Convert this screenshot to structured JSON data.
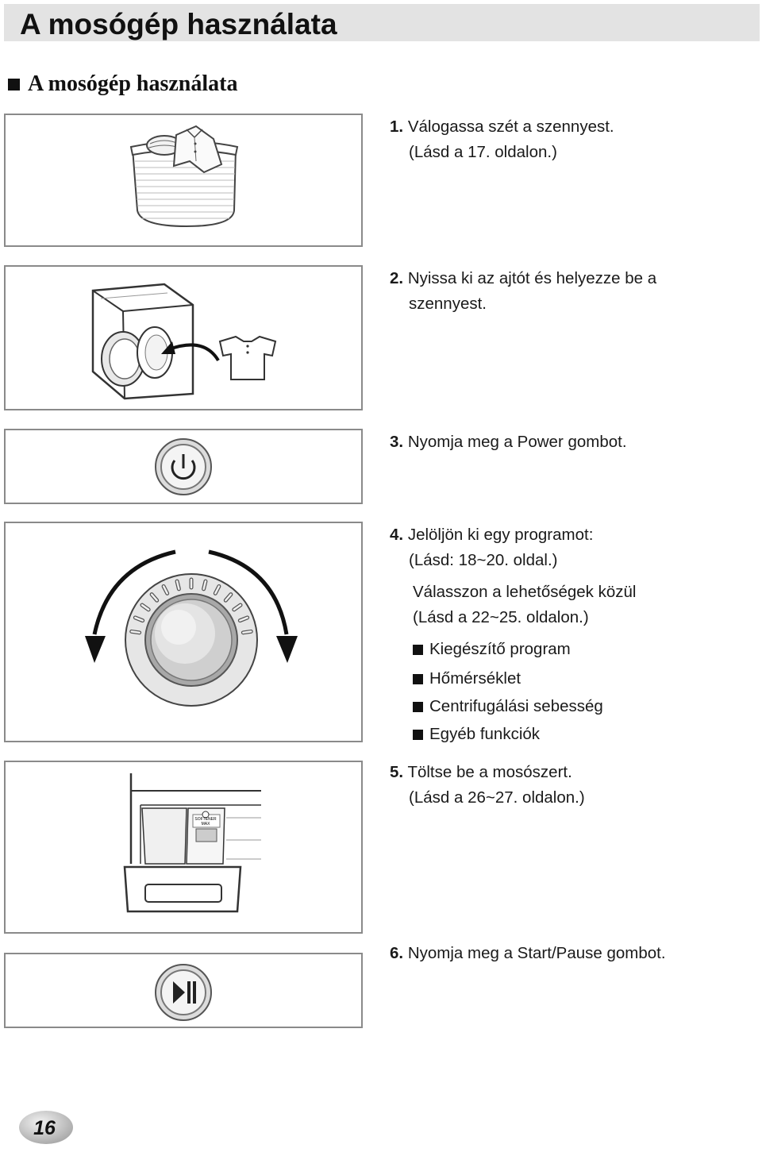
{
  "header": {
    "title": "A mosógép használata"
  },
  "section": {
    "title": "A mosógép használata"
  },
  "steps": [
    {
      "num": "1.",
      "line1": "Válogassa szét a szennyest.",
      "line2": "(Lásd a 17. oldalon.)"
    },
    {
      "num": "2.",
      "line1": "Nyissa ki az ajtót és helyezze be a",
      "line2": "szennyest."
    },
    {
      "num": "3.",
      "line1": "Nyomja meg a Power gombot."
    },
    {
      "num": "4.",
      "line1": "Jelöljön ki egy programot:",
      "line2": "(Lásd: 18~20. oldal.)",
      "line3": "Válasszon a lehetőségek közül",
      "line4": "(Lásd a 22~25. oldalon.)"
    },
    {
      "num": "5.",
      "line1": "Töltse be a mosószert.",
      "line2": "(Lásd a 26~27. oldalon.)"
    },
    {
      "num": "6.",
      "line1": "Nyomja meg a Start/Pause gombot."
    }
  ],
  "options": [
    "Kiegészítő program",
    "Hőmérséklet",
    "Centrifugálási sebesség",
    "Egyéb funkciók"
  ],
  "detergent_label": "SOFTENER",
  "detergent_max": "MAX",
  "page_number": "16",
  "icons": {
    "basket": "laundry-basket-icon",
    "washer": "washing-machine-icon",
    "power": "power-button-icon",
    "dial": "program-dial-icon",
    "drawer": "detergent-drawer-icon",
    "start": "start-pause-button-icon"
  }
}
